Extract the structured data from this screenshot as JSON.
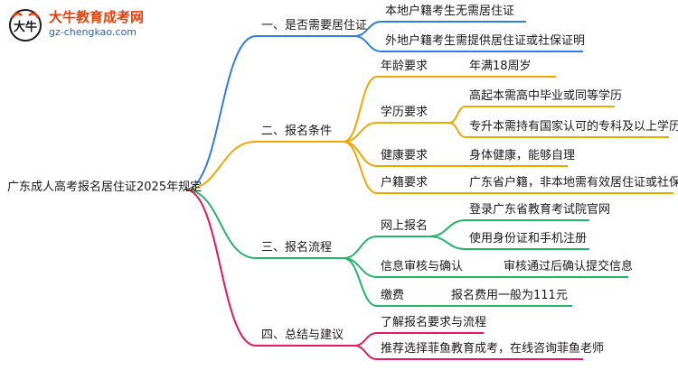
{
  "logo": {
    "title": "大牛教育成考网",
    "url": "gz-chengkao.com",
    "mark_text": "大牛"
  },
  "root": "广东成人高考报名居住证2025年规定",
  "colors": {
    "branch1": "#2f7de1",
    "branch2": "#f0a800",
    "branch3": "#26b56a",
    "branch4": "#e8175d",
    "root_line": "#555555",
    "logo_red": "#e8400c",
    "logo_blue": "#2b5fb4"
  },
  "branches": [
    {
      "label": "一、是否需要居住证",
      "children": [
        {
          "label": "本地户籍考生无需居住证",
          "children": []
        },
        {
          "label": "外地户籍考生需提供居住证或社保证明",
          "children": []
        }
      ]
    },
    {
      "label": "二、报名条件",
      "children": [
        {
          "label": "年龄要求",
          "children": [
            "年满18周岁"
          ]
        },
        {
          "label": "学历要求",
          "children": [
            "高起本需高中毕业或同等学历",
            "专升本需持有国家认可的专科及以上学历"
          ]
        },
        {
          "label": "健康要求",
          "children": [
            "身体健康，能够自理"
          ]
        },
        {
          "label": "户籍要求",
          "children": [
            "广东省户籍，非本地需有效居住证或社保证明"
          ]
        }
      ]
    },
    {
      "label": "三、报名流程",
      "children": [
        {
          "label": "网上报名",
          "children": [
            "登录广东省教育考试院官网",
            "使用身份证和手机注册"
          ]
        },
        {
          "label": "信息审核与确认",
          "children": [
            "审核通过后确认提交信息"
          ]
        },
        {
          "label": "缴费",
          "children": [
            "报名费用一般为111元"
          ]
        }
      ]
    },
    {
      "label": "四、总结与建议",
      "children": [
        {
          "label": "了解报名要求与流程",
          "children": []
        },
        {
          "label": "推荐选择菲鱼教育成考，在线咨询菲鱼老师",
          "children": []
        }
      ]
    }
  ]
}
